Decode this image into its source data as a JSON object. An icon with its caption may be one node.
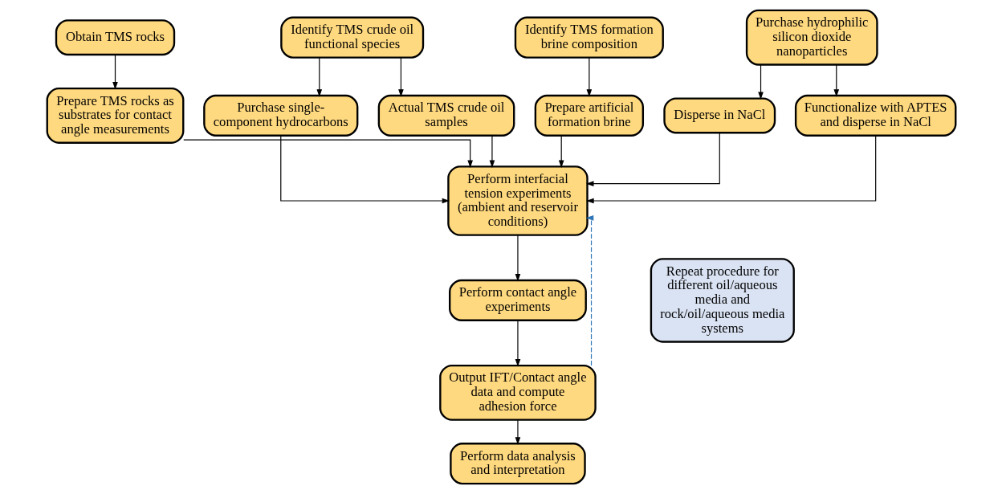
{
  "diagram": {
    "nodes": [
      {
        "text": [
          "Obtain TMS rocks"
        ]
      },
      {
        "text": [
          "Identify TMS crude oil functional species"
        ]
      },
      {
        "text": [
          "Identify TMS formation brine composition"
        ]
      },
      {
        "text": [
          "Purchase hydrophilic silicon dioxide nanoparticles"
        ]
      },
      {
        "text": [
          "Prepare TMS rocks as substrates for contact angle measurements"
        ]
      },
      {
        "text": [
          "Purchase single-component hydrocarbons"
        ]
      },
      {
        "text": [
          "Actual TMS crude oil samples"
        ]
      },
      {
        "text": [
          "Prepare artificial formation brine"
        ]
      },
      {
        "text": [
          "Disperse in NaCl"
        ]
      },
      {
        "text": [
          "Functionalize with APTES and disperse in NaCl"
        ]
      },
      {
        "text": [
          "Perform interfacial tension experiments (ambient and reservoir conditions)"
        ]
      },
      {
        "text": [
          "Perform contact angle experiments"
        ]
      },
      {
        "text": [
          "Output IFT/Contact angle data and compute adhesion force"
        ]
      },
      {
        "text": [
          "Perform data analysis and interpretation"
        ]
      },
      {
        "text": [
          "Repeat procedure for different oil/aqueous media and rock/oil/aqueous media systems"
        ]
      }
    ],
    "edges": [
      {
        "from": 0,
        "to": 4,
        "arrow": "to"
      },
      {
        "from": 1,
        "to": 5,
        "arrow": "to"
      },
      {
        "from": 1,
        "to": 6,
        "arrow": "to"
      },
      {
        "from": 2,
        "to": 7,
        "arrow": "to"
      },
      {
        "from": 3,
        "to": 8,
        "arrow": "to"
      },
      {
        "from": 3,
        "to": 9,
        "arrow": "to"
      },
      {
        "from": 4,
        "to": 10,
        "arrow": "to"
      },
      {
        "from": 5,
        "to": 10,
        "arrow": "to"
      },
      {
        "from": 6,
        "to": 10,
        "arrow": "to"
      },
      {
        "from": 7,
        "to": 10,
        "arrow": "to"
      },
      {
        "from": 8,
        "to": 10,
        "arrow": "to"
      },
      {
        "from": 9,
        "to": 10,
        "arrow": "to"
      },
      {
        "from": 10,
        "to": 11,
        "arrow": "to"
      },
      {
        "from": 11,
        "to": 12,
        "arrow": "to"
      },
      {
        "from": 12,
        "to": 13,
        "arrow": "to"
      },
      {
        "from": 12,
        "to": 10,
        "arrow": "to",
        "style": "dashed",
        "color": "#2e75b6"
      }
    ]
  }
}
